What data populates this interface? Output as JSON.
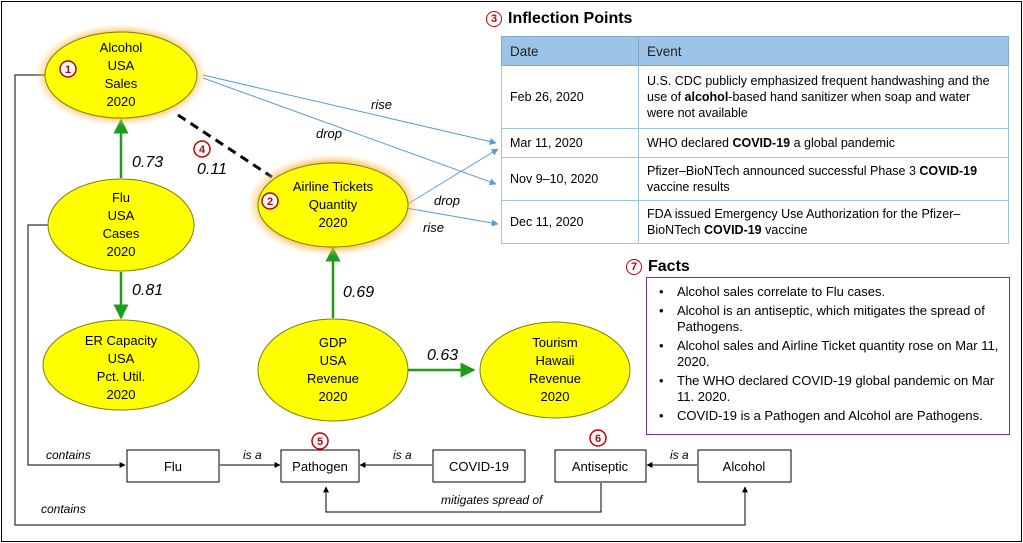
{
  "nodes": {
    "alcohol_sales": [
      "Alcohol",
      "USA",
      "Sales",
      "2020"
    ],
    "flu_cases": [
      "Flu",
      "USA",
      "Cases",
      "2020"
    ],
    "er_capacity": [
      "ER Capacity",
      "USA",
      "Pct. Util.",
      "2020"
    ],
    "airline_tickets": [
      "Airline Tickets",
      "Quantity",
      "2020"
    ],
    "gdp_revenue": [
      "GDP",
      "USA",
      "Revenue",
      "2020"
    ],
    "tourism_revenue": [
      "Tourism",
      "Hawaii",
      "Revenue",
      "2020"
    ]
  },
  "correlations": {
    "flu_alcohol": "0.73",
    "flu_er": "0.81",
    "gdp_airline": "0.69",
    "gdp_tourism": "0.63",
    "alcohol_airline": "0.11"
  },
  "trend_labels": {
    "alcohol_rise": "rise",
    "alcohol_drop": "drop",
    "airline_drop": "drop",
    "airline_rise": "rise"
  },
  "badges": [
    "1",
    "2",
    "3",
    "4",
    "5",
    "6",
    "7"
  ],
  "inflection": {
    "title": "Inflection Points",
    "headers": {
      "date": "Date",
      "event": "Event"
    },
    "rows": [
      {
        "date": "Feb 26, 2020",
        "pre": "U.S. CDC publicly emphasized frequent handwashing and the use of ",
        "bold": "alcohol",
        "post": "-based hand sanitizer when soap and water were not available"
      },
      {
        "date": "Mar 11, 2020",
        "pre": "WHO declared ",
        "bold": "COVID-19",
        "post": " a global pandemic"
      },
      {
        "date": "Nov 9–10, 2020",
        "pre": "Pfizer–BioNTech announced successful Phase 3 ",
        "bold": "COVID-19",
        "post": " vaccine results"
      },
      {
        "date": "Dec 11, 2020",
        "pre": "FDA issued Emergency Use Authorization for the Pfizer–BioNTech ",
        "bold": "COVID-19",
        "post": " vaccine"
      }
    ]
  },
  "facts": {
    "title": "Facts",
    "items": [
      "Alcohol sales correlate to Flu cases.",
      "Alcohol is an antiseptic, which mitigates the spread of Pathogens.",
      "Alcohol sales and Airline Ticket quantity rose on Mar 11, 2020.",
      "The WHO declared COVID-19 global pandemic on Mar 11. 2020.",
      "COVID-19 is a Pathogen and Alcohol are Pathogens."
    ]
  },
  "concepts": {
    "flu": "Flu",
    "pathogen": "Pathogen",
    "covid": "COVID-19",
    "antiseptic": "Antiseptic",
    "alcohol": "Alcohol"
  },
  "relations": {
    "flu_contains": "contains",
    "alcohol_contains": "contains",
    "flu_is_a": "is a",
    "covid_is_a": "is a",
    "alcohol_is_a": "is a",
    "mitigates": "mitigates spread of"
  },
  "colors": {
    "node_fill": "#ffff00",
    "node_glow": "#f5a623",
    "correlation_arrow": "#1e9c1e",
    "trend_arrow": "#5b9bd5",
    "badge": "#c00000",
    "table_header": "#9dc3e6",
    "facts_border": "#7030a0"
  }
}
